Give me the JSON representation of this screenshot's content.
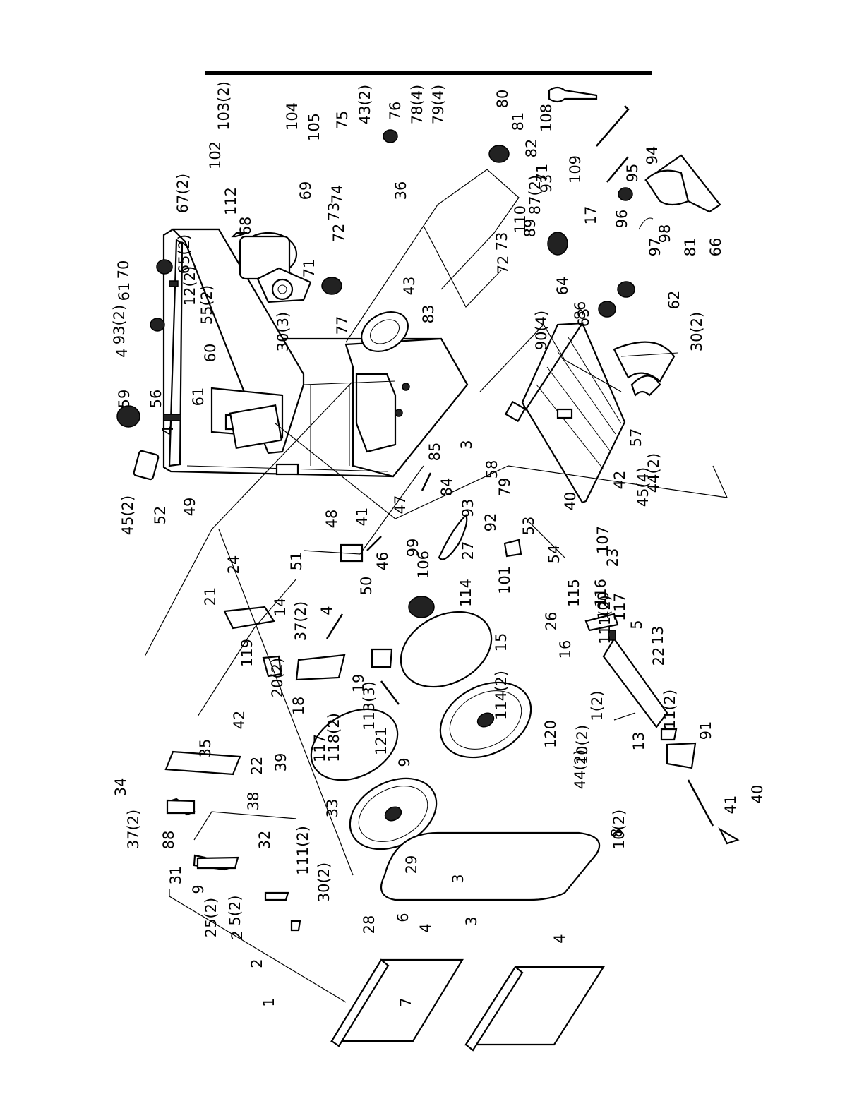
{
  "figure": {
    "kind": "exploded-parts-diagram",
    "orientation": "rotated-90",
    "callouts": [
      "103(2)",
      "104",
      "105",
      "75",
      "43(2)",
      "76",
      "78(4)",
      "79(4)",
      "80",
      "108",
      "102",
      "67(2)",
      "112",
      "69",
      "74",
      "73",
      "36",
      "81",
      "82",
      "109",
      "94",
      "95",
      "70",
      "68",
      "72",
      "71",
      "110",
      "93",
      "17",
      "96",
      "97",
      "98",
      "81",
      "66",
      "61",
      "65(2)",
      "12(2)",
      "55(2)",
      "30(3)",
      "77",
      "43",
      "83",
      "73",
      "72",
      "71",
      "87(2)",
      "89",
      "64",
      "62",
      "93(2)",
      "86",
      "90(4)",
      "63",
      "30(2)",
      "4",
      "60",
      "61",
      "59",
      "56",
      "4",
      "85",
      "3",
      "58",
      "57",
      "45(4)",
      "45(2)",
      "52",
      "49",
      "48",
      "47",
      "84",
      "93",
      "92",
      "79",
      "42",
      "44(2)",
      "41",
      "40",
      "53",
      "107",
      "23",
      "24",
      "51",
      "50",
      "46",
      "99",
      "106",
      "27",
      "54",
      "101",
      "21",
      "14",
      "37(2)",
      "4",
      "114",
      "115",
      "116",
      "100",
      "111(2)",
      "117",
      "5",
      "26",
      "16",
      "13",
      "119",
      "20(2)",
      "19",
      "15",
      "22",
      "18",
      "113(3)",
      "118(2)",
      "114(2)",
      "117",
      "120",
      "1(2)",
      "13",
      "11(2)",
      "121",
      "10(2)",
      "91",
      "9",
      "44(2)",
      "40",
      "41",
      "42",
      "35",
      "22",
      "39",
      "34",
      "33",
      "38",
      "37(2)",
      "88",
      "32",
      "111(2)",
      "8",
      "31",
      "30(2)",
      "10(2)",
      "9",
      "29",
      "25(2)",
      "5(2)",
      "3",
      "2",
      "28",
      "6",
      "4",
      "3",
      "2",
      "1",
      "7",
      "4"
    ]
  }
}
